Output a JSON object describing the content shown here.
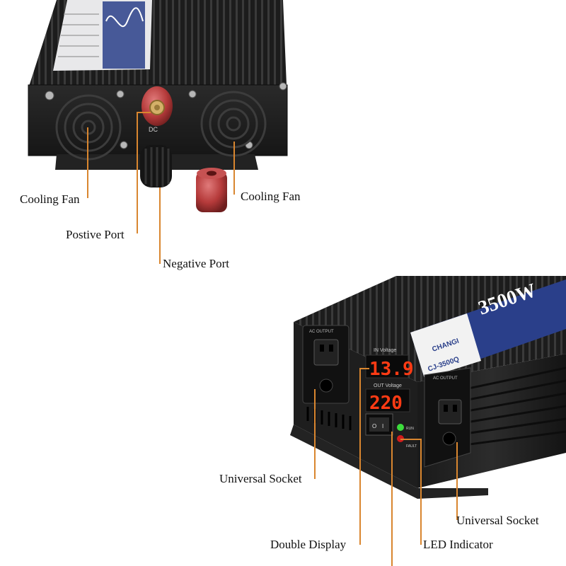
{
  "colors": {
    "leader_line": "#d9862f",
    "housing": "#1b1b1b",
    "positive_terminal": "#b53a3a",
    "negative_terminal": "#151515",
    "display_digits": "#ff3b14",
    "led_green": "#3cdc3c",
    "led_red": "#d21c1c",
    "panel_blue": "#2a3f8a"
  },
  "labels": {
    "cooling_fan_left": "Cooling Fan",
    "cooling_fan_right": "Cooling Fan",
    "positive_port": "Postive Port",
    "negative_port": "Negative Port",
    "universal_socket_left": "Universal Socket",
    "universal_socket_right": "Universal Socket",
    "double_display": "Double Display",
    "led_indicator": "LED Indicator"
  },
  "device": {
    "model_power": "3500W",
    "brand": "CHANGI",
    "model_number": "CJ-3500Q",
    "ac_output_label": "AC OUTPUT",
    "in_voltage_label": "IN Voltage",
    "out_voltage_label": "OUT Voltage",
    "in_voltage_value": "13.9",
    "out_voltage_value": "220",
    "dc_label": "DC",
    "led_run_label": "RUN",
    "led_fault_label": "FAULT"
  },
  "icons": [
    "fan-grille-icon",
    "power-switch-icon"
  ]
}
